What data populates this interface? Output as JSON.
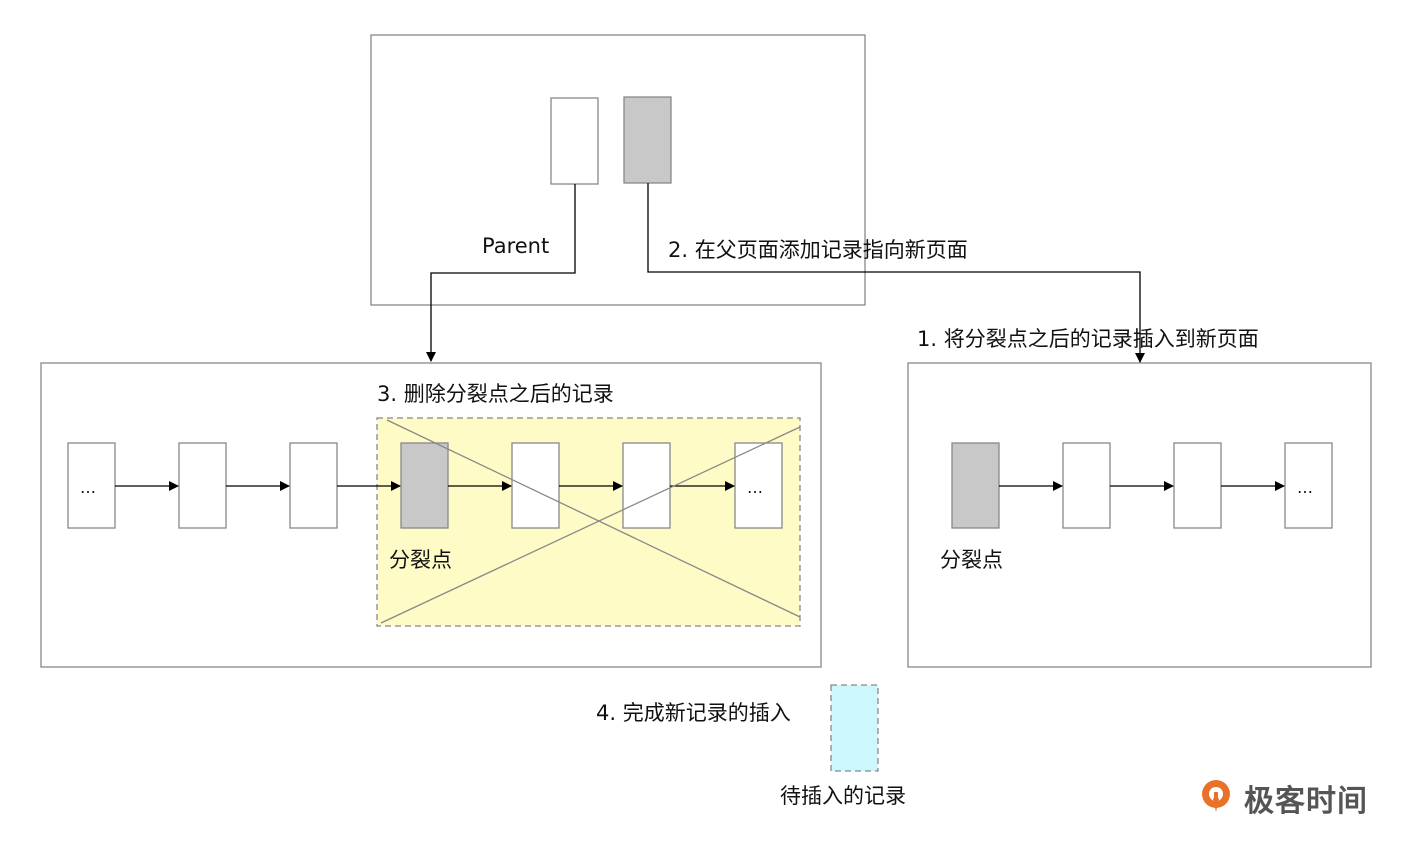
{
  "labels": {
    "parent": "Parent",
    "step2": "2. 在父页面添加记录指向新页面",
    "step1": "1. 将分裂点之后的记录插入到新页面",
    "step3": "3. 删除分裂点之后的记录",
    "split_left": "分裂点",
    "split_right": "分裂点",
    "step4": "4. 完成新记录的插入",
    "pending_record": "待插入的记录"
  },
  "ellipsis": "…",
  "logo": {
    "text": "极客时间",
    "icon": "geektime-logo-icon"
  },
  "colors": {
    "stroke": "#888888",
    "split_fill": "#c8c8c8",
    "deleted_area": "#fefbc6",
    "pending_fill": "#ccf7fc",
    "logo_orange": "#e8722a"
  }
}
